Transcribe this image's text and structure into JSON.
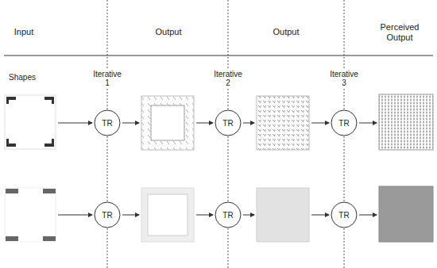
{
  "diagram": {
    "nodes": [
      {
        "text": [
          "TR"
        ]
      },
      {
        "text": [
          "TR"
        ]
      },
      {
        "text": [
          "TR"
        ]
      },
      {
        "text": [
          "TR"
        ]
      },
      {
        "text": [
          "TR"
        ]
      },
      {
        "text": [
          "TR"
        ]
      }
    ],
    "labels": [
      "Input",
      "Output",
      "Output",
      "Perceived Output",
      "Shapes",
      "Iterative 1",
      "Iterative 2",
      "Iterative 3"
    ]
  }
}
